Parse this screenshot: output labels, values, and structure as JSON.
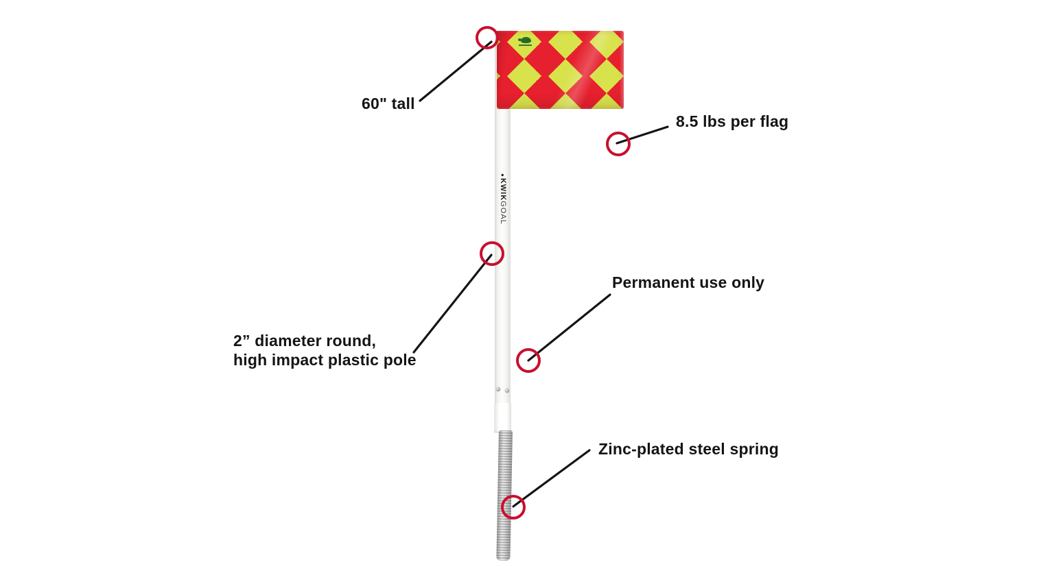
{
  "page": {
    "type": "product-annotation-diagram",
    "background": "#ffffff",
    "subject": "soccer corner flag with callout annotations"
  },
  "product": {
    "brand": {
      "kwik": "KWIK",
      "goal": "GOAL"
    },
    "flag": {
      "pattern": "diamond-checker",
      "red": "#e6202e",
      "yellow": "#d8e24b",
      "logo_icon": "kwik-goal-turtle-logo"
    },
    "pole": {
      "color": "#f7f7f5"
    },
    "spring": {
      "finish": "zinc"
    }
  },
  "icons": {
    "brand_ball": "●"
  },
  "annotations": [
    {
      "id": "flag-height",
      "label": "60\" tall"
    },
    {
      "id": "flag-weight",
      "label": "8.5 lbs per flag"
    },
    {
      "id": "pole-material",
      "lines": [
        "2” diameter round,",
        "high impact plastic pole"
      ]
    },
    {
      "id": "usage",
      "label": "Permanent use only"
    },
    {
      "id": "spring-material",
      "label": "Zinc-plated steel spring"
    }
  ],
  "colors": {
    "callout_circle": "#c8102e",
    "callout_line": "#141414",
    "label_text": "#141414"
  }
}
